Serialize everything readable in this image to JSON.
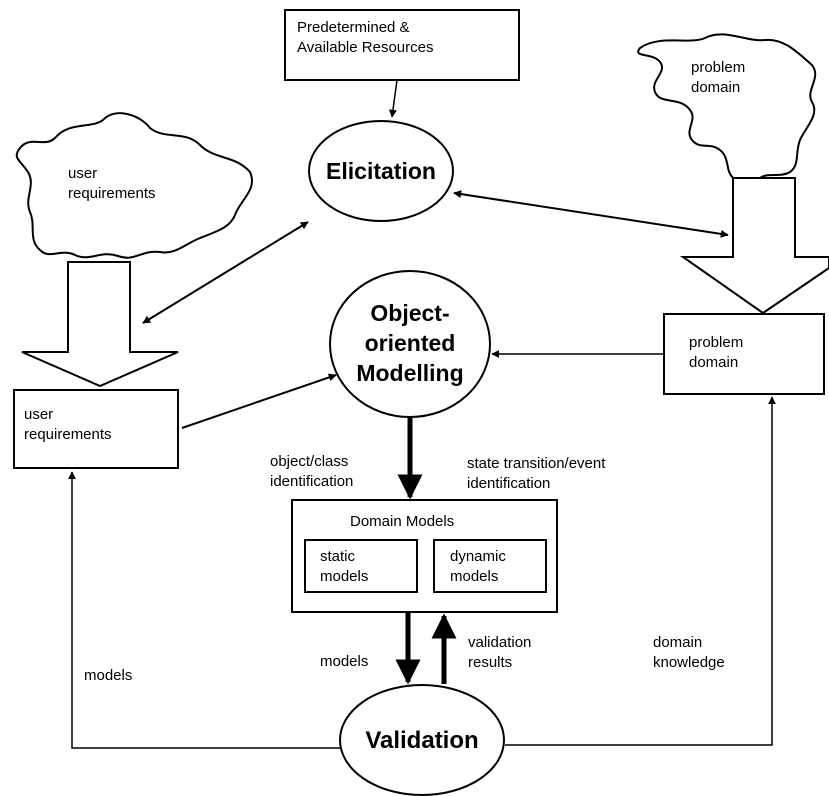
{
  "resources_box": {
    "line1": "Predetermined &",
    "line2": "Available Resources"
  },
  "elicitation": "Elicitation",
  "oom": {
    "line1": "Object-",
    "line2": "oriented",
    "line3": "Modelling"
  },
  "validation": "Validation",
  "cloud_user": {
    "line1": "user",
    "line2": "requirements"
  },
  "cloud_domain": {
    "line1": "problem",
    "line2": "domain"
  },
  "user_req_box": {
    "line1": "user",
    "line2": "requirements"
  },
  "problem_domain_box": {
    "line1": "problem",
    "line2": "domain"
  },
  "domain_models": {
    "title": "Domain Models",
    "static": {
      "line1": "static",
      "line2": "models"
    },
    "dynamic": {
      "line1": "dynamic",
      "line2": "models"
    }
  },
  "edge_labels": {
    "object_class": {
      "line1": "object/class",
      "line2": "identification"
    },
    "state_transition": {
      "line1": "state transition/event",
      "line2": "identification"
    },
    "models_center": "models",
    "validation_results": {
      "line1": "validation",
      "line2": "results"
    },
    "models_left": "models",
    "domain_knowledge": {
      "line1": "domain",
      "line2": "knowledge"
    }
  }
}
